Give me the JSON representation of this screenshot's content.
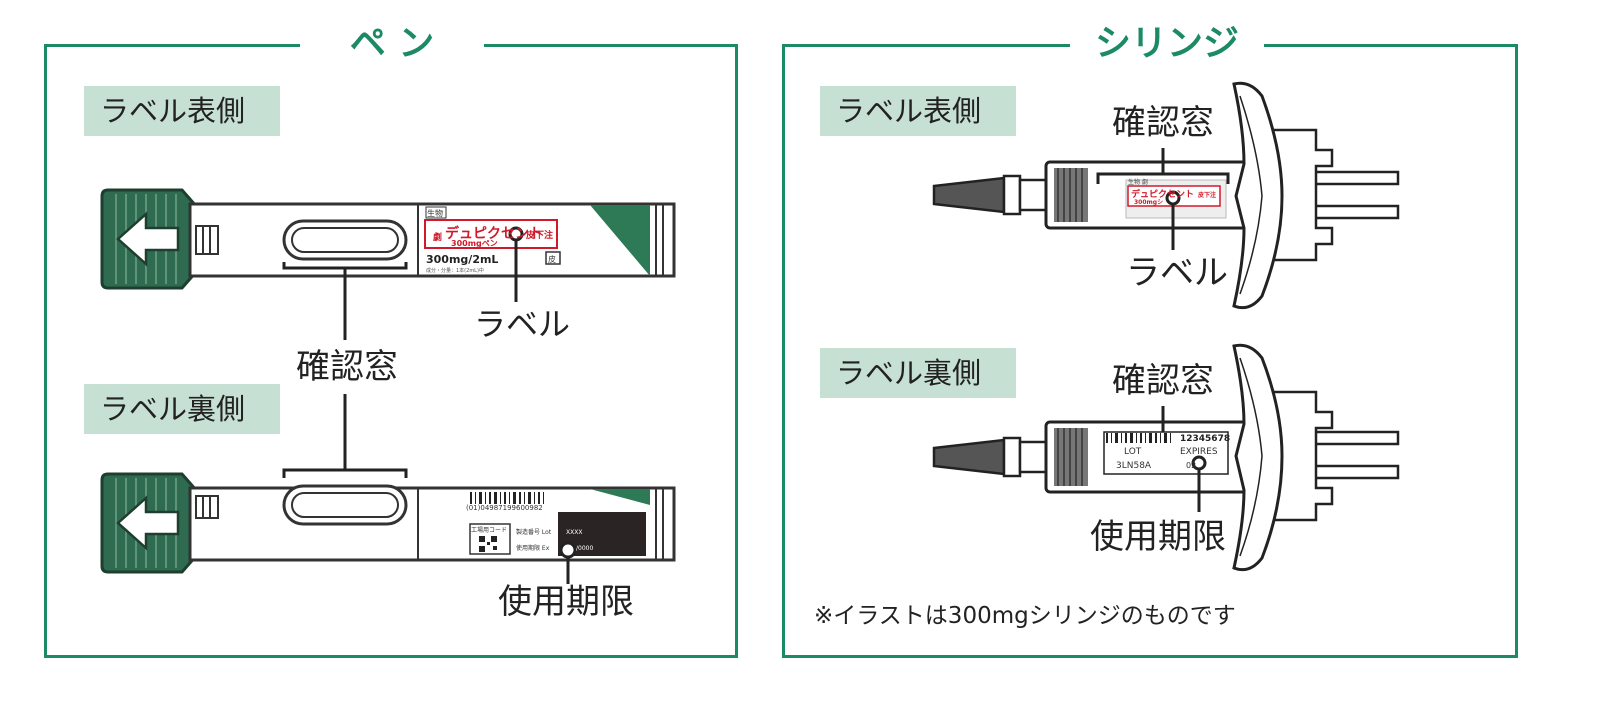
{
  "colors": {
    "accent": "#1d8a66",
    "tag_bg": "#c6e0d3",
    "cap": "#2e6b50",
    "label_red": "#d0192a"
  },
  "pen": {
    "title": "ペ ン",
    "front_tag": "ラベル表側",
    "back_tag": "ラベル裏側",
    "window_label": "確認窓",
    "label_callout": "ラベル",
    "expiry_callout": "使用期限",
    "label_text": {
      "badge": "生物",
      "brand": "デュピクセント",
      "route": "皮下注",
      "dose": "300mgペン",
      "volume": "300mg/2mL",
      "small": "成分・分量：1本(2mL)中",
      "rx": "劇",
      "rx2": "皮"
    },
    "back_text": {
      "barcode_num": "(01)04987199600982",
      "factory_code": "工場用コード",
      "lot_label": "製造番号 Lot",
      "lot_value": "XXXX",
      "exp_label": "使用期限 Ex",
      "exp_value": "/0000"
    }
  },
  "syringe": {
    "title": "シリンジ",
    "front_tag": "ラベル表側",
    "back_tag": "ラベル裏側",
    "window_label_top": "確認窓",
    "label_callout": "ラベル",
    "window_label_bottom": "確認窓",
    "expiry_callout": "使用期限",
    "front_label": {
      "badge": "生物 劇",
      "brand": "デュピクセント",
      "route": "皮下注",
      "dose": "300mgシ"
    },
    "back_label": {
      "code": "12345678",
      "lot_h": "LOT",
      "lot_v": "3LN58A",
      "exp_h": "EXPIRES",
      "exp_v": "02"
    },
    "note": "※イラストは300mgシリンジのものです"
  }
}
